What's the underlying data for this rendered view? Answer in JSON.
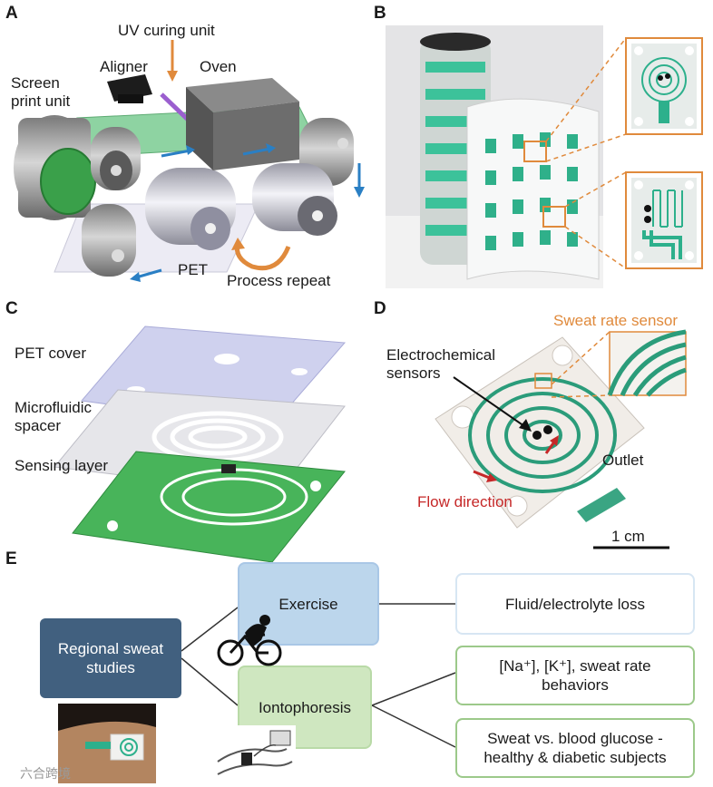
{
  "panels": {
    "a": {
      "letter": "A",
      "uv_curing": "UV curing unit",
      "aligner": "Aligner",
      "oven": "Oven",
      "screen_print": "Screen\nprint unit",
      "pet": "PET",
      "process_repeat": "Process repeat"
    },
    "b": {
      "letter": "B"
    },
    "c": {
      "letter": "C",
      "pet_cover": "PET cover",
      "spacer": "Microfluidic\nspacer",
      "sensing": "Sensing layer"
    },
    "d": {
      "letter": "D",
      "sweat_rate": "Sweat rate sensor",
      "electrochem": "Electrochemical\nsensors",
      "outlet": "Outlet",
      "flow": "Flow direction",
      "scale": "1 cm"
    },
    "e": {
      "letter": "E",
      "regional": "Regional sweat\nstudies",
      "exercise": "Exercise",
      "iontophoresis": "Iontophoresis",
      "fluid": "Fluid/electrolyte loss",
      "ions": "[Na⁺], [K⁺], sweat rate\nbehaviors",
      "glucose": "Sweat vs. blood glucose -\nhealthy & diabetic subjects"
    }
  },
  "watermark": "六合跨境",
  "colors": {
    "accent_orange": "#e08a3c",
    "flow_red": "#c62828",
    "arrow_blue": "#2a7fc4",
    "box_dark": "#41607f",
    "box_blue": "#bcd6ec",
    "box_green": "#cfe7c0",
    "border_green": "#9cc98a",
    "border_blue": "#a9c7e6",
    "electrode_green": "#2db08c"
  }
}
